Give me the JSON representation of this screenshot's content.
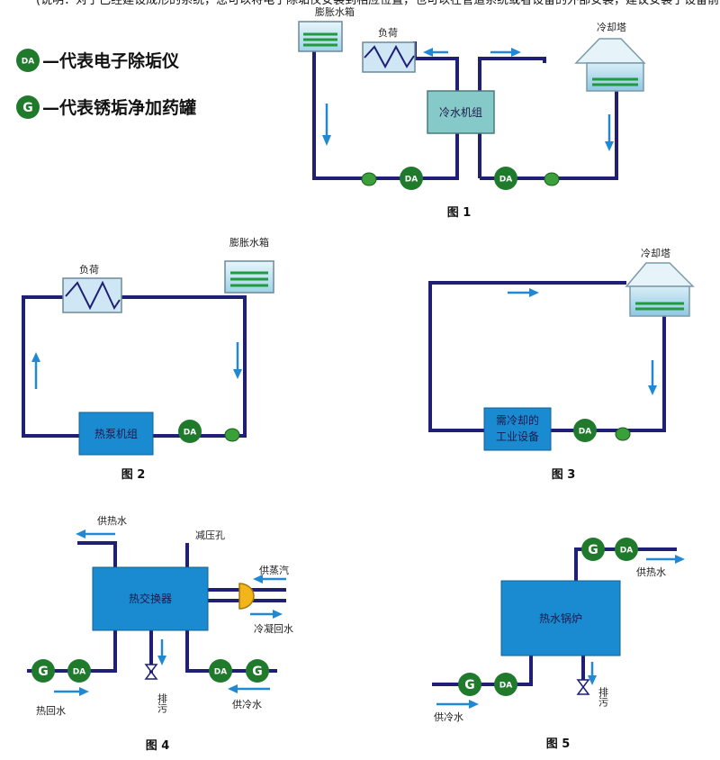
{
  "header": {
    "partial_text": "(说明：对于已经建设成形的系统，您可以将电子除垢仪安装到相应位置，也可以在管道系统或者设备的外部安装，建议安装于设备前或进水管之前)"
  },
  "legend": {
    "da_badge": "DA",
    "da_text": "—代表电子除垢仪",
    "g_badge": "G",
    "g_text": "—代表锈垢净加药罐"
  },
  "fig1": {
    "expansion_tank": "膨胀水箱",
    "load": "负荷",
    "cooling_tower": "冷却塔",
    "chiller": "冷水机组",
    "badge_left": "DA",
    "badge_right": "DA",
    "caption": "图  1"
  },
  "fig2": {
    "load": "负荷",
    "expansion_tank": "膨胀水箱",
    "heat_pump": "热泵机组",
    "badge": "DA",
    "caption": "图  2"
  },
  "fig3": {
    "cooling_tower": "冷却塔",
    "equipment_line1": "需冷却的",
    "equipment_line2": "工业设备",
    "badge": "DA",
    "caption": "图  3"
  },
  "fig4": {
    "hot_water_supply": "供热水",
    "pressure_hole": "减压孔",
    "steam_supply": "供蒸汽",
    "condensate_return": "冷凝回水",
    "heat_exchanger": "热交换器",
    "hot_return": "热回水",
    "drain": "排污",
    "cold_supply": "供冷水",
    "badge_g_left": "G",
    "badge_da_left": "DA",
    "badge_da_right": "DA",
    "badge_g_right": "G",
    "caption": "图  4"
  },
  "fig5": {
    "badge_g_top": "G",
    "badge_da_top": "DA",
    "hot_water_supply": "供热水",
    "boiler": "热水锅炉",
    "badge_g_bottom": "G",
    "badge_da_bottom": "DA",
    "drain": "排污",
    "cold_supply": "供冷水",
    "caption": "图  5"
  },
  "colors": {
    "pipe": "#1f1f75",
    "arrow": "#2189d4",
    "box": "#1b8bd1",
    "badge": "#1f7a2c",
    "chiller": "#86c9c9"
  }
}
